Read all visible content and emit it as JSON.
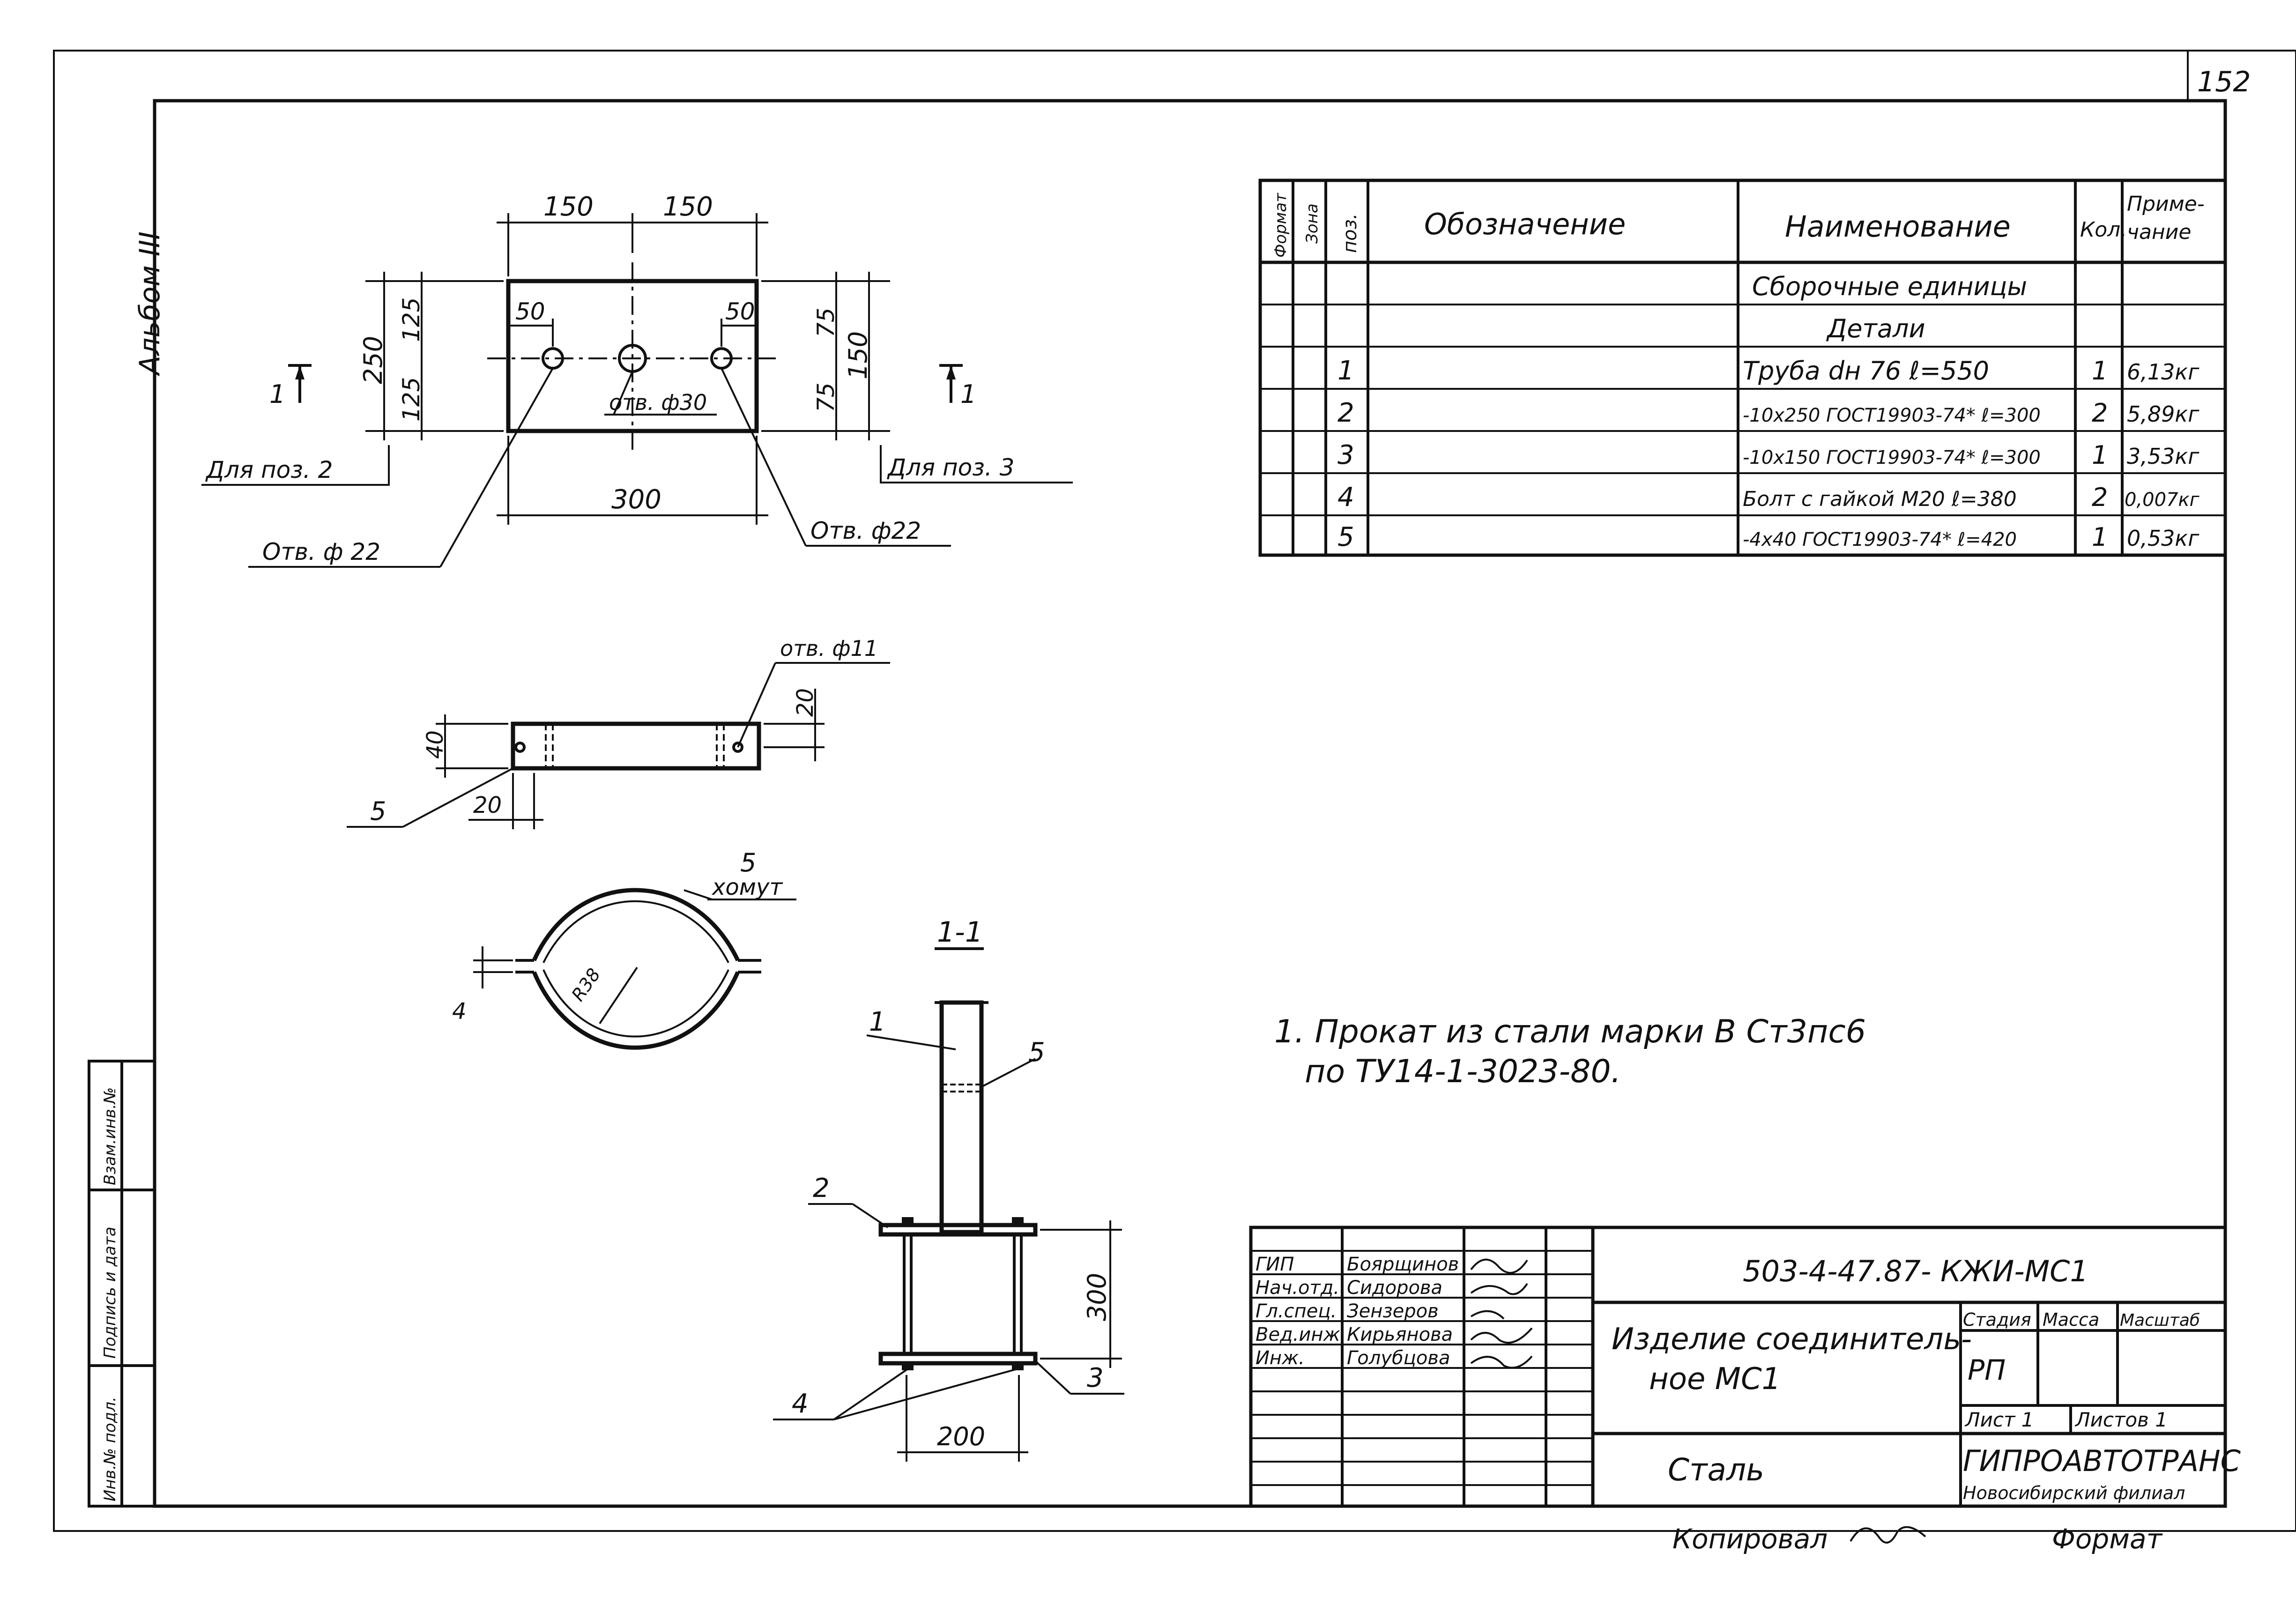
{
  "sheet_number": "152",
  "album_label": "Альбом III",
  "plate": {
    "dim_150_left": "150",
    "dim_150_right": "150",
    "dim_250": "250",
    "dim_125_top": "125",
    "dim_125_bottom": "125",
    "dim_50_left": "50",
    "dim_50_right": "50",
    "dim_75_top": "75",
    "dim_75_bottom": "75",
    "dim_150_side": "150",
    "dim_300": "300",
    "hole_center_label": "отв. ф30",
    "hole_left_label": "Отв. ф 22",
    "hole_right_label": "Отв. ф22",
    "for_pos2_label": "Для поз. 2",
    "for_pos3_label": "Для поз. 3",
    "section_mark_left": "1",
    "section_mark_right": "1"
  },
  "strip": {
    "hole_label": "отв. ф11",
    "dim_40": "40",
    "dim_20_right": "20",
    "dim_20_bottom": "20",
    "pos_label": "5"
  },
  "clamp": {
    "pos_label": "5",
    "name": "хомут",
    "dim_4": "4",
    "radius_label": "R38"
  },
  "section": {
    "title": "1-1",
    "pos1": "1",
    "pos2": "2",
    "pos3": "3",
    "pos4": "4",
    "pos5": "5",
    "dim_300": "300",
    "dim_200": "200"
  },
  "spec_table": {
    "header": {
      "format": "Формат",
      "zone": "Зона",
      "pos": "поз.",
      "designation": "Обозначение",
      "name": "Наименование",
      "qty": "Кол.",
      "note_line1": "Приме-",
      "note_line2": "чание"
    },
    "section_rows": [
      "Сборочные единицы",
      "Детали"
    ],
    "rows": [
      {
        "pos": "1",
        "name": "Труба dн 76   ℓ=550",
        "qty": "1",
        "note": "6,13кг"
      },
      {
        "pos": "2",
        "name": "-10х250 ГОСТ19903-74* ℓ=300",
        "qty": "2",
        "note": "5,89кг"
      },
      {
        "pos": "3",
        "name": "-10х150 ГОСТ19903-74* ℓ=300",
        "qty": "1",
        "note": "3,53кг"
      },
      {
        "pos": "4",
        "name": "Болт с гайкой М20 ℓ=380",
        "qty": "2",
        "note": "0,007кг"
      },
      {
        "pos": "5",
        "name": "-4х40 ГОСТ19903-74* ℓ=420",
        "qty": "1",
        "note": "0,53кг"
      }
    ]
  },
  "note": {
    "line1": "1. Прокат из   стали   марки  В Ст3пс6",
    "line2": "по  ТУ14-1-3023-80."
  },
  "title_block": {
    "document_code": "503-4-47.87- КЖИ-МС1",
    "roles": [
      "ГИП",
      "Нач.отд.",
      "Гл.спец.",
      "Вед.инж.",
      "Инж."
    ],
    "names": [
      "Боярщинов",
      "Сидорова",
      "Зензеров",
      "Кирьянова",
      "Голубцова"
    ],
    "item_title_line1": "Изделие соединитель-",
    "item_title_line2": "ное   МС1",
    "material": "Сталь",
    "stage_label": "Стадия",
    "mass_label": "Масса",
    "scale_label": "Масштаб",
    "stage_value": "РП",
    "sheet_label": "Лист 1",
    "sheets_label": "Листов 1",
    "organization": "ГИПРОАВТОТРАНС",
    "organization_sub": "Новосибирский филиал"
  },
  "left_strip": {
    "labels": [
      "Инв.№ подл.",
      "Подпись и дата",
      "Взам.инв.№"
    ]
  },
  "footer": {
    "copied_label": "Копировал",
    "format_label": "Формат"
  }
}
